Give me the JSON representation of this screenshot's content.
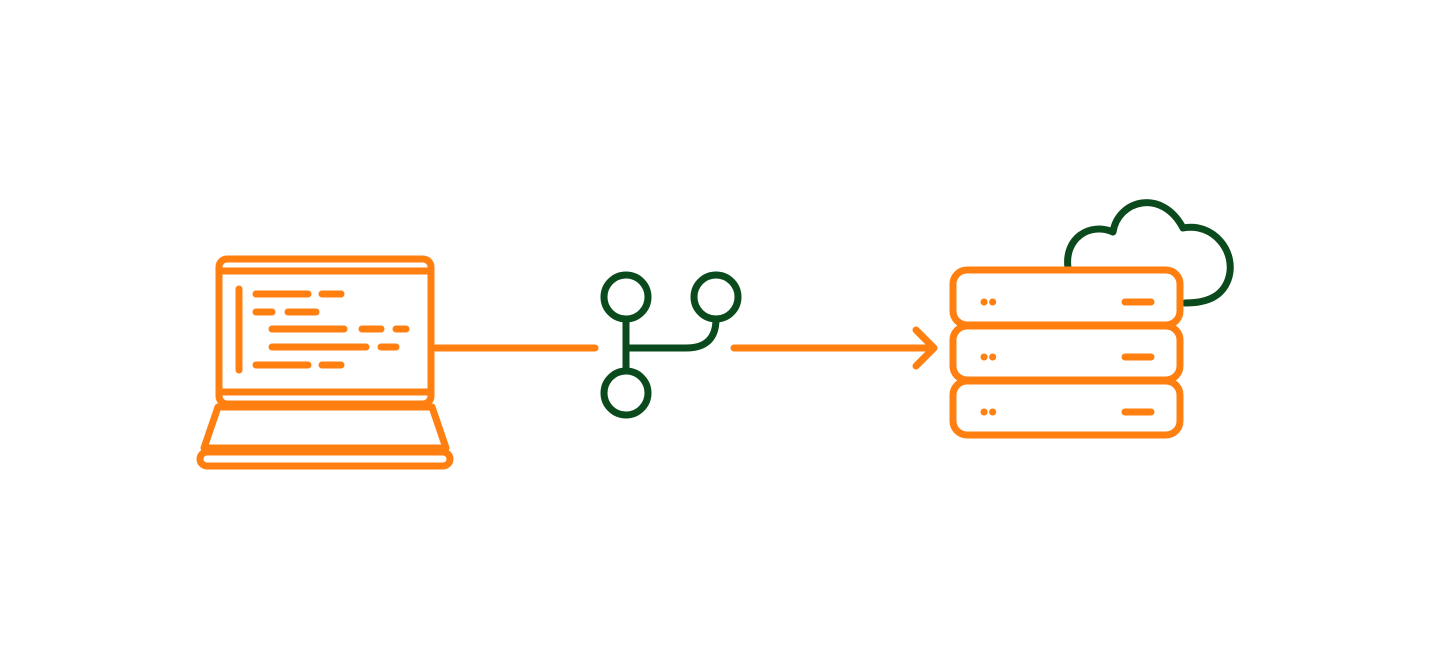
{
  "diagram": {
    "colors": {
      "primary": "#FF7F11",
      "secondary": "#0B4A1D",
      "background": "#FFFFFF"
    },
    "nodes": [
      {
        "id": "laptop",
        "icon": "laptop-code-icon"
      },
      {
        "id": "branch",
        "icon": "git-branch-icon"
      },
      {
        "id": "server",
        "icon": "cloud-server-icon"
      }
    ],
    "edges": [
      {
        "from": "laptop",
        "to": "branch",
        "arrow": false
      },
      {
        "from": "branch",
        "to": "server",
        "arrow": true
      }
    ]
  }
}
